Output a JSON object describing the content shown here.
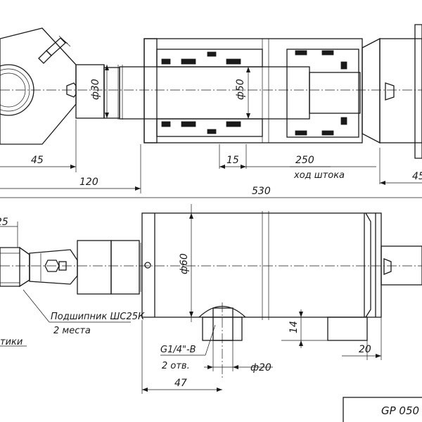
{
  "dimensions": {
    "d30": "ф30",
    "d50": "ф50",
    "d60": "ф60",
    "d20": "ф20",
    "l45_left": "45",
    "l15": "15",
    "l250": "250",
    "l120": "120",
    "l530": "530",
    "l45_right": "45",
    "l25": "25",
    "l14": "14",
    "l20": "20",
    "l47": "47"
  },
  "labels": {
    "stroke_travel": "ход штока",
    "bearing": "Подшипник ШС25К",
    "bearing_qty": "2 места",
    "lube_fitting": "тики",
    "port_thread": "G1/4\"-B",
    "port_qty": "2 отв.",
    "title_code": "GP 050"
  }
}
